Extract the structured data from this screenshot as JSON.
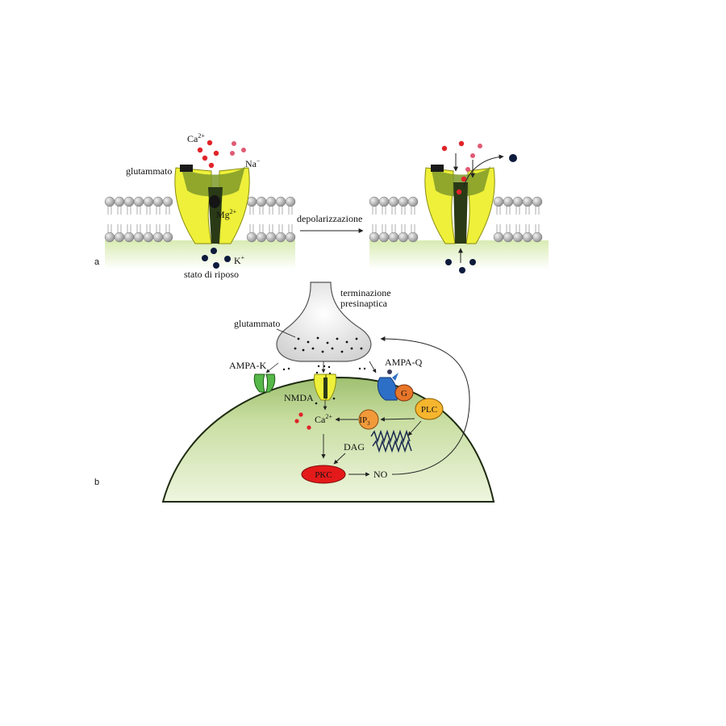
{
  "panel_a": {
    "letter": "a",
    "ca_label": "Ca",
    "ca_charge": "2+",
    "na_label": "Na",
    "na_charge": "−",
    "glutamate_label": "glutammato",
    "mg_label": "Mg",
    "mg_charge": "2+",
    "k_label": "K",
    "k_charge": "+",
    "resting_label": "stato di riposo",
    "depolarization_label": "depolarizzazione"
  },
  "panel_b": {
    "letter": "b",
    "presynaptic_label_line1": "terminazione",
    "presynaptic_label_line2": "presinaptica",
    "glutamate_label": "glutammato",
    "ampa_k_label": "AMPA-K",
    "ampa_q_label": "AMPA-Q",
    "nmda_label": "NMDA",
    "ca_label": "Ca",
    "ca_charge": "2+",
    "ip3_label": "IP",
    "ip3_sub": "3",
    "g_label": "G",
    "plc_label": "PLC",
    "dag_label": "DAG",
    "pkc_label": "PKC",
    "no_label": "NO"
  },
  "colors": {
    "background": "#ffffff",
    "membrane_head": "#b9b9b9",
    "channel_yellow": "#eef03a",
    "channel_dark": "#2a3a16",
    "cytoplasm_green": "#c8dc9a",
    "ca_ion": "#e0242a",
    "na_ion": "#e05a74",
    "k_ion": "#0e1a3c",
    "ampa_k_green": "#56b848",
    "ampa_q_blue": "#2d6fc6",
    "g_protein_orange": "#e8762a",
    "plc_yellow": "#f6b52e",
    "ip3_orange": "#f29a3a",
    "pkc_red": "#e41a1a"
  }
}
